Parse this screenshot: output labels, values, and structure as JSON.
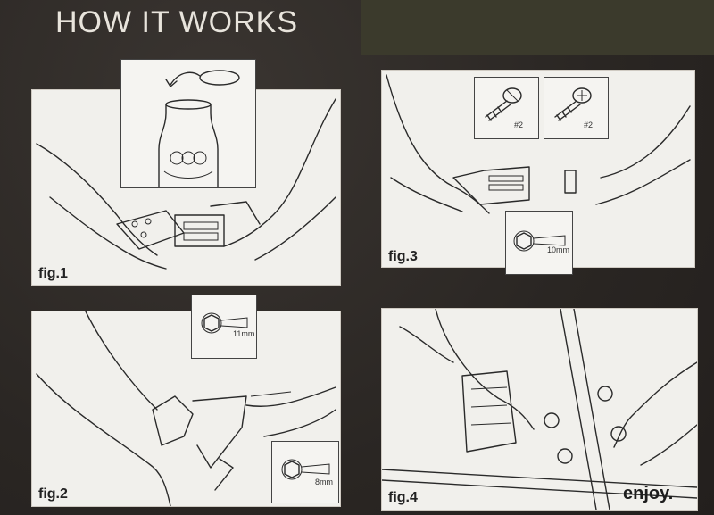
{
  "header": {
    "title": "HOW IT WORKS"
  },
  "figures": [
    {
      "id": "fig1",
      "label": "fig.1"
    },
    {
      "id": "fig2",
      "label": "fig.2",
      "insets": [
        "11mm",
        "8mm"
      ]
    },
    {
      "id": "fig3",
      "label": "fig.3",
      "insets": [
        "#2",
        "#2",
        "10mm"
      ]
    },
    {
      "id": "fig4",
      "label": "fig.4",
      "footer": "enjoy."
    }
  ]
}
